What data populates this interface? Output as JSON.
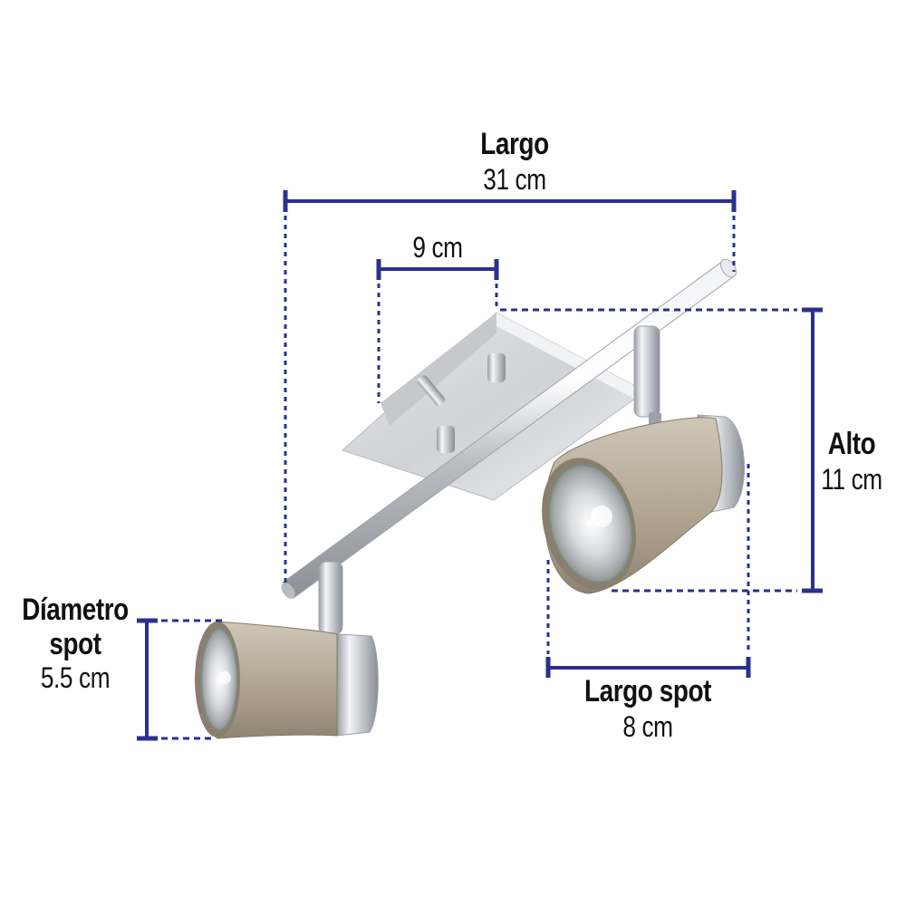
{
  "colors": {
    "dimension_line": "#2b2f8f",
    "text": "#111111",
    "background": "#ffffff",
    "chrome": "#c9ccd1",
    "satin_nickel": "#b3a896"
  },
  "dimensions": {
    "largo": {
      "title": "Largo",
      "value": "31 cm"
    },
    "base": {
      "title": "",
      "value": "9 cm"
    },
    "alto": {
      "title": "Alto",
      "value": "11 cm"
    },
    "diametro_spot": {
      "title_line1": "Díametro",
      "title_line2": "spot",
      "value": "5.5 cm"
    },
    "largo_spot": {
      "title": "Largo spot",
      "value": "8 cm"
    }
  },
  "product": {
    "description": "Track light bar with two satin-nickel spotlights on a chrome rod with rectangular ceiling base"
  }
}
